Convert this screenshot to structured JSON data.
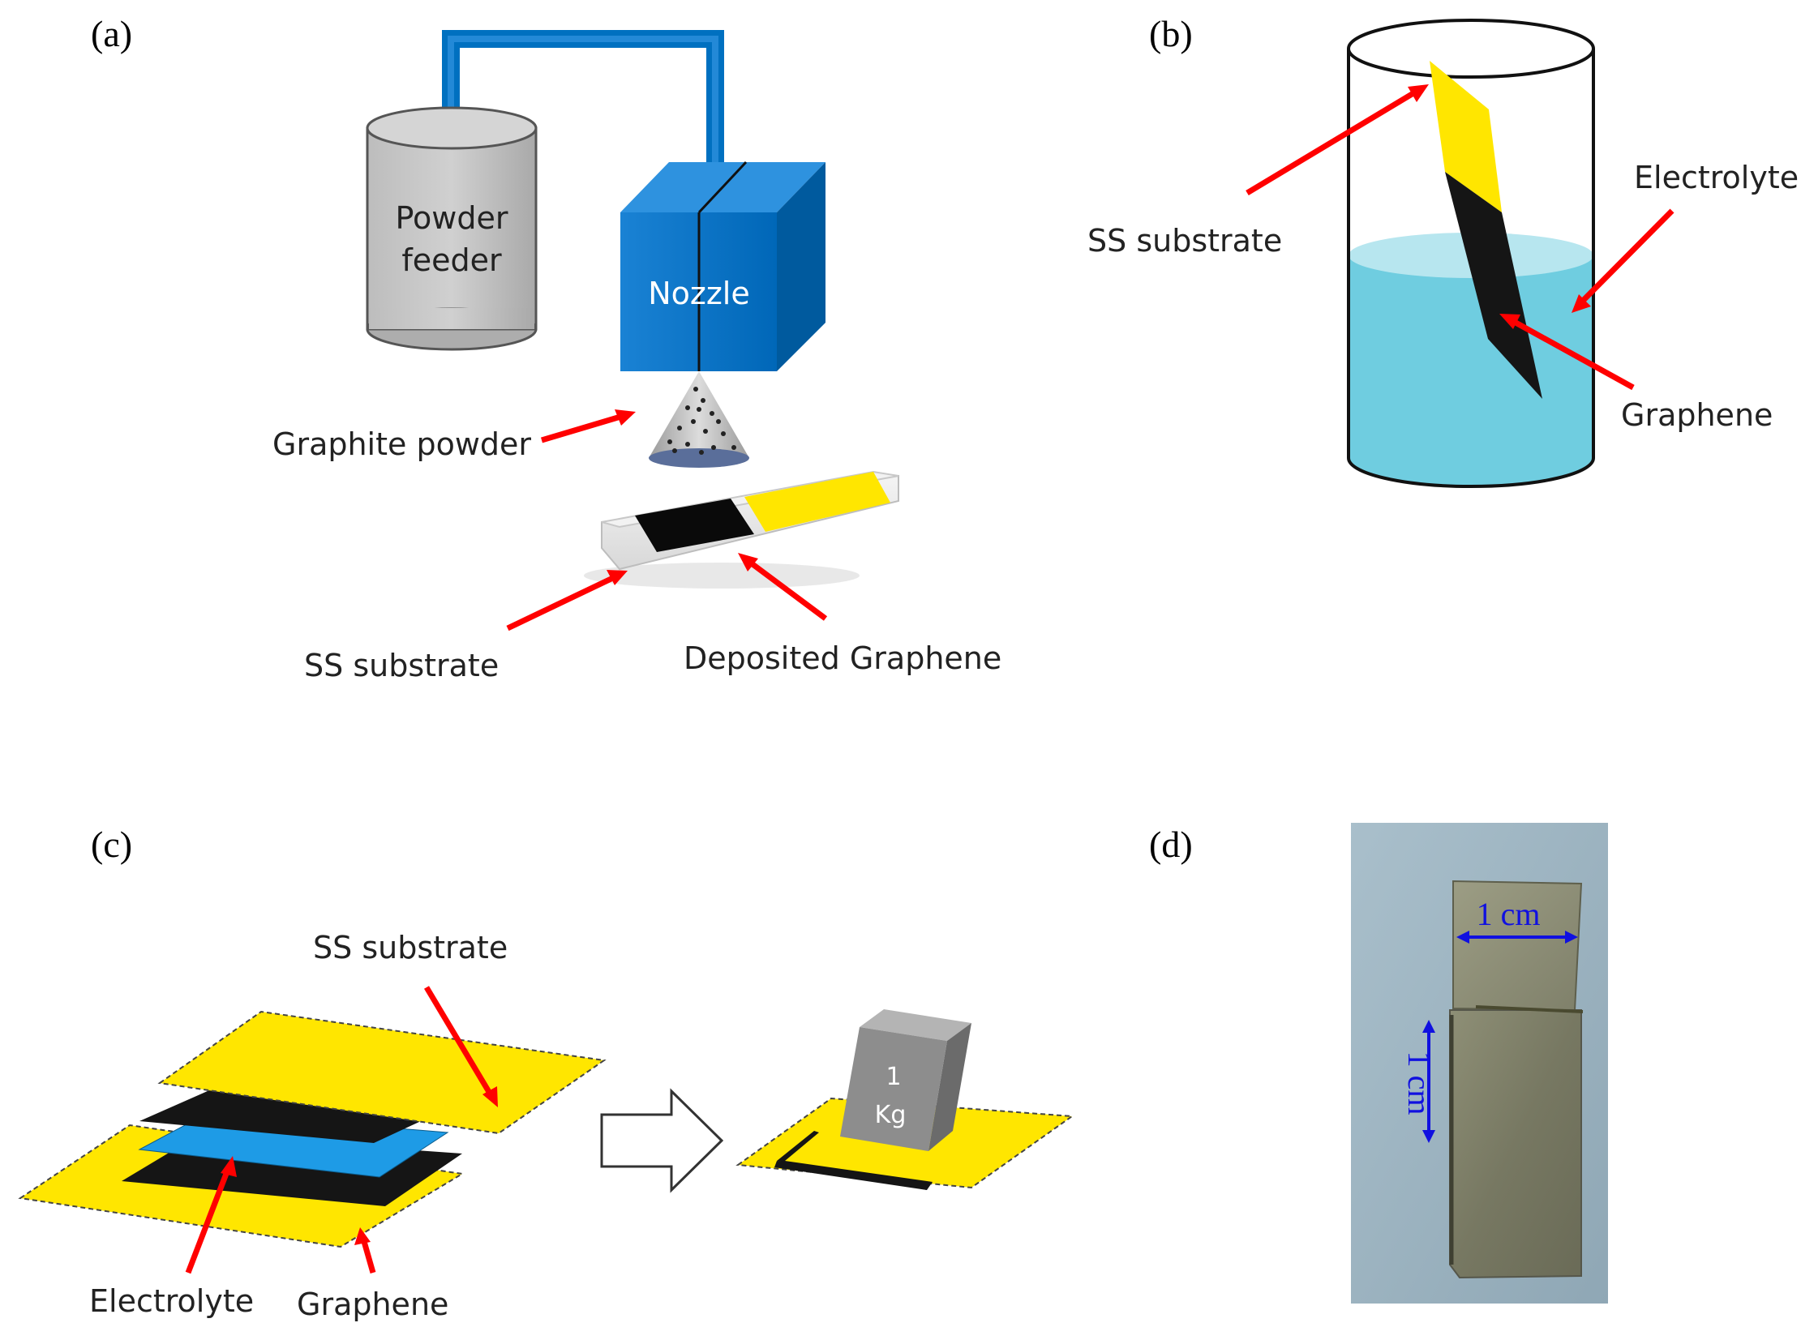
{
  "panels": {
    "a": {
      "label": "(a)",
      "powder_feeder": [
        "Powder",
        "feeder"
      ],
      "nozzle": "Nozzle",
      "graphite_powder": "Graphite powder",
      "ss_substrate": "SS substrate",
      "deposited_graphene": "Deposited Graphene"
    },
    "b": {
      "label": "(b)",
      "ss_substrate": "SS substrate",
      "electrolyte": "Electrolyte",
      "graphene": "Graphene"
    },
    "c": {
      "label": "(c)",
      "ss_substrate": "SS substrate",
      "electrolyte": "Electrolyte",
      "graphene": "Graphene",
      "weight": [
        "1",
        "Kg"
      ]
    },
    "d": {
      "label": "(d)",
      "width_dim": "1 cm",
      "height_dim": "1 cm"
    }
  },
  "colors": {
    "substrate_yellow": "#ffe600",
    "graphene_black": "#151515",
    "electrolyte_blue": "#1e9be6",
    "liquid": "#6fcde0",
    "nozzle_blue": "#0070c0",
    "feeder_grey": "#c0c0c0",
    "arrow_red": "#ff0000",
    "dimension_blue": "#1010e0"
  }
}
